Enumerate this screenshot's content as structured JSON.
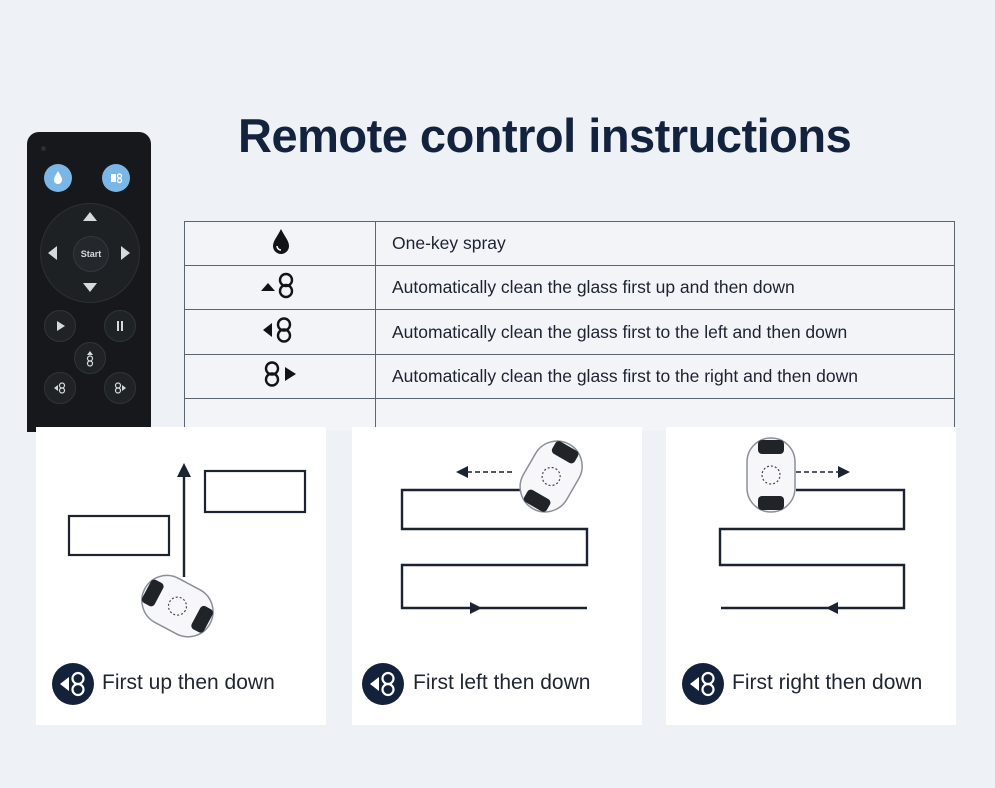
{
  "title": "Remote control instructions",
  "remote": {
    "start_label": "Start"
  },
  "instructions": [
    {
      "icon": "water-drop-icon",
      "text": "One-key spray"
    },
    {
      "icon": "up-cycle-icon",
      "text": "Automatically clean the glass first up and then down"
    },
    {
      "icon": "left-cycle-icon",
      "text": "Automatically clean the glass first to the left and then down"
    },
    {
      "icon": "right-cycle-icon",
      "text": "Automatically clean the glass first to the right and then down"
    },
    {
      "icon": "",
      "text": ""
    }
  ],
  "modes": [
    {
      "icon": "left-cycle-badge-icon",
      "caption": "First up then down"
    },
    {
      "icon": "left-cycle-badge-icon",
      "caption": "First left then down"
    },
    {
      "icon": "left-cycle-badge-icon",
      "caption": "First right then down"
    }
  ],
  "colors": {
    "title": "#13223d",
    "remote_body": "#16181b",
    "remote_accent": "#7ab7e6",
    "badge": "#14213a",
    "path_line": "#1b2230",
    "background": "#eef1f6"
  }
}
